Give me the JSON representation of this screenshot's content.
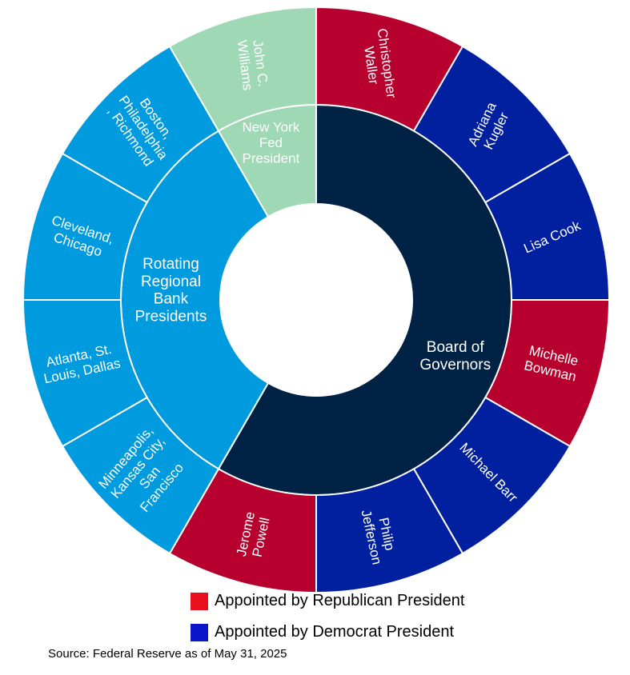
{
  "chart_data": {
    "type": "sunburst",
    "inner_ring": [
      {
        "label": "Board of Governors",
        "value": 7,
        "color": "#002244"
      },
      {
        "label": "Rotating Regional Bank Presidents",
        "value": 4,
        "color": "#009ADE"
      },
      {
        "label": "New York Fed President",
        "value": 1,
        "color": "#9ED8B4"
      }
    ],
    "outer_ring": [
      {
        "label": "Christopher Waller",
        "value": 1,
        "color": "#B8002E",
        "parent": "Board of Governors"
      },
      {
        "label": "Adriana Kugler",
        "value": 1,
        "color": "#0020A0",
        "parent": "Board of Governors"
      },
      {
        "label": "Lisa Cook",
        "value": 1,
        "color": "#0020A0",
        "parent": "Board of Governors"
      },
      {
        "label": "Michelle Bowman",
        "value": 1,
        "color": "#B8002E",
        "parent": "Board of Governors"
      },
      {
        "label": "Michael Barr",
        "value": 1,
        "color": "#0020A0",
        "parent": "Board of Governors"
      },
      {
        "label": "Philip Jefferson",
        "value": 1,
        "color": "#0020A0",
        "parent": "Board of Governors"
      },
      {
        "label": "Jerome Powell",
        "value": 1,
        "color": "#B8002E",
        "parent": "Board of Governors"
      },
      {
        "label": "Minneapolis, Kansas City, San Francisco",
        "value": 1,
        "color": "#009ADE",
        "parent": "Rotating Regional Bank Presidents"
      },
      {
        "label": "Atlanta, St. Louis, Dallas",
        "value": 1,
        "color": "#009ADE",
        "parent": "Rotating Regional Bank Presidents"
      },
      {
        "label": "Cleveland, Chicago",
        "value": 1,
        "color": "#009ADE",
        "parent": "Rotating Regional Bank Presidents"
      },
      {
        "label": "Boston, Philadelphia, Richmond",
        "value": 1,
        "color": "#009ADE",
        "parent": "Rotating Regional Bank Presidents"
      },
      {
        "label": "John C. Williams",
        "value": 1,
        "color": "#9ED8B4",
        "parent": "New York Fed President"
      }
    ]
  },
  "legend": [
    {
      "label": "Appointed by Republican President",
      "color": "#E8101E"
    },
    {
      "label": "Appointed by Democrat President",
      "color": "#0A16C8"
    }
  ],
  "source": "Source: Federal Reserve as of May 31, 2025"
}
